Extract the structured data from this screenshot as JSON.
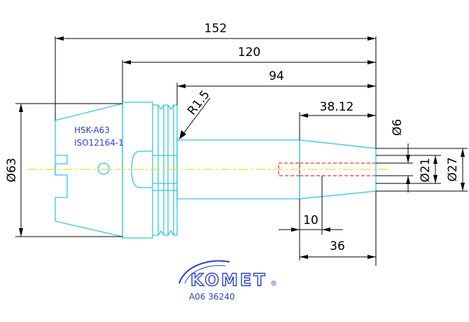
{
  "colors": {
    "outline": "#33c8dd",
    "dimension": "#000000",
    "centerline": "#f2e000",
    "hidden": "#ff2a2a",
    "annotation": "#2a3fd6",
    "background": "#ffffff"
  },
  "dimensions": {
    "overall_length": "152",
    "length_from_flange": "120",
    "length_from_shank": "94",
    "taper_length": "38.12",
    "radius": "R1.5",
    "flange_diameter": "Ø63",
    "diameter_small": "Ø6",
    "diameter_mid": "Ø21",
    "diameter_large": "Ø27",
    "bore_depth": "10",
    "bore_offset": "36"
  },
  "notes": {
    "interface": "HSK-A63",
    "standard": "ISO12164-1"
  },
  "logo": {
    "brand": "KOMET",
    "registered": "®",
    "part_number": "A06 36240"
  }
}
